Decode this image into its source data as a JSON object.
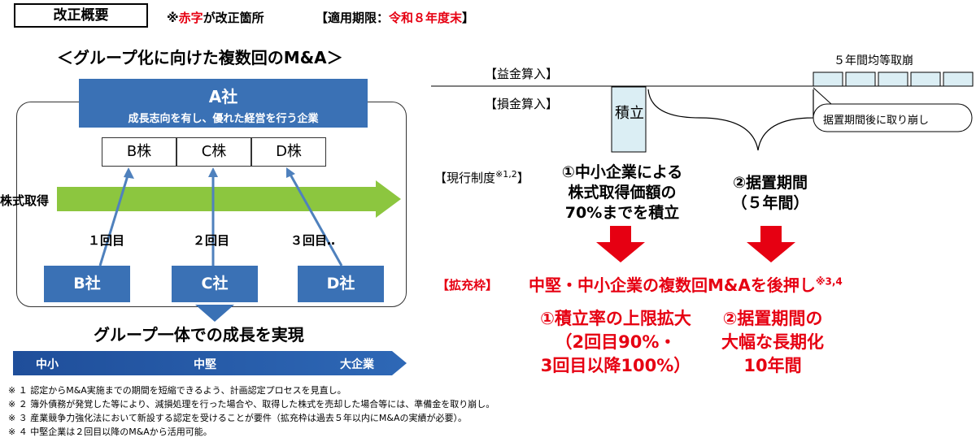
{
  "header": {
    "gaiyou": "改正概要",
    "red_note_prefix": "※",
    "red_note_red": "赤字",
    "red_note_suffix": "が改正箇所",
    "period_prefix": "【適用期限：",
    "period_red": "令和８年度末",
    "period_suffix": "】"
  },
  "left": {
    "title": "＜グループ化に向けた複数回のM&A＞",
    "company_a": "A社",
    "company_a_desc": "成長志向を有し、優れた経営を行う企業",
    "stocks": [
      "B株",
      "C株",
      "D株"
    ],
    "arrow_label": "株式取得",
    "rounds": [
      "１回目",
      "２回目",
      "３回目‥"
    ],
    "companies": [
      "B社",
      "C社",
      "D社"
    ],
    "growth_title": "グループ一体での成長を実現",
    "scale": [
      "中小",
      "中堅",
      "大企業"
    ]
  },
  "right": {
    "gain": "【益金算入】",
    "loss": "【損金算入】",
    "sekiritsu": "積立",
    "torikuzushi_title": "５年間均等取崩",
    "torikuzushi_note": "据置期間後に取り崩し",
    "current_label": "【現行制度",
    "current_sup": "※1,2",
    "current_label_end": "】",
    "current_1": [
      "①中小企業による",
      "株式取得価額の",
      "70%までを積立"
    ],
    "current_2": [
      "②据置期間",
      "（５年間）"
    ],
    "expansion_label": "【拡充枠】",
    "expansion_title": "中堅・中小企業の複数回M&Aを後押し",
    "expansion_sup": "※3,4",
    "expansion_1": [
      "①積立率の上限拡大",
      "（2回目90%・",
      "3回目以降100%）"
    ],
    "expansion_2": [
      "②据置期間の",
      "大幅な長期化",
      "10年間"
    ]
  },
  "footnotes": [
    "※ １ 認定からM&A実施までの期間を短縮できるよう、計画認定プロセスを見直し。",
    "※ ２ 簿外債務が発覚した等により、減損処理を行った場合や、取得した株式を売却した場合等には、準備金を取り崩し。",
    "※ ３ 産業競争力強化法において新設する認定を受けることが要件（拡充枠は過去５年以内にM&Aの実績が必要）。",
    "※ ４ 中堅企業は２回目以降のM&Aから活用可能。"
  ],
  "colors": {
    "blue": "#3a71b5",
    "green": "#8cc63f",
    "red": "#e60012",
    "navy": "#1f4e9a",
    "lightblue": "#dbeef4"
  }
}
